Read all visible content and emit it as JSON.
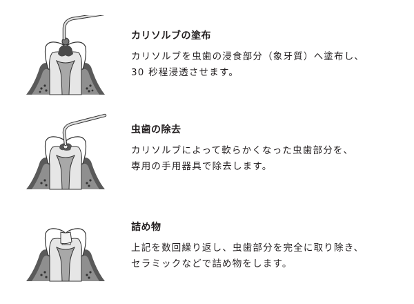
{
  "steps": [
    {
      "title": "カリソルブの塗布",
      "description_lines": [
        "カリソルブを虫歯の浸食部分（象牙質）へ塗布し、",
        "30 秒程浸透させます。"
      ],
      "illustration": "tooth-applying-carisolv-icon"
    },
    {
      "title": "虫歯の除去",
      "description_lines": [
        "カリソルブによって軟らかくなった虫歯部分を、",
        "専用の手用器具で除去します。"
      ],
      "illustration": "tooth-removing-caries-icon"
    },
    {
      "title": "詰め物",
      "description_lines": [
        "上記を数回繰り返し、虫歯部分を完全に取り除き、",
        "セラミックなどで詰め物をします。"
      ],
      "illustration": "tooth-filling-icon"
    }
  ],
  "colors": {
    "text": "#231f20",
    "enamel": "#ffffff",
    "dentin": "#e6e6e6",
    "pulp": "#a8a8a8",
    "gum_outer": "#5a5a5a",
    "gum_inner": "#8f8f8f",
    "bone": "#d9d9d9",
    "caries": "#4a4a4a",
    "outline": "#333333"
  }
}
